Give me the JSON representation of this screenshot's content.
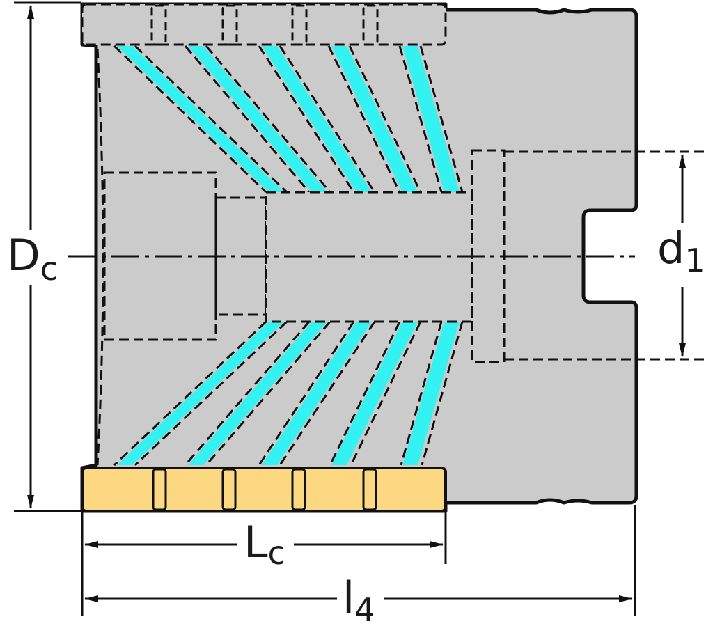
{
  "dimensions": {
    "dc": {
      "main": "D",
      "sub": "c"
    },
    "d1": {
      "main": "d",
      "sub": "1"
    },
    "lc": {
      "main": "L",
      "sub": "c"
    },
    "l4": {
      "main": "l",
      "sub": "4"
    }
  },
  "colors": {
    "body": "#cbcbcb",
    "outline": "#111111",
    "coolant": "#34f2f2",
    "insert": "#fcd882",
    "background": "#ffffff"
  }
}
